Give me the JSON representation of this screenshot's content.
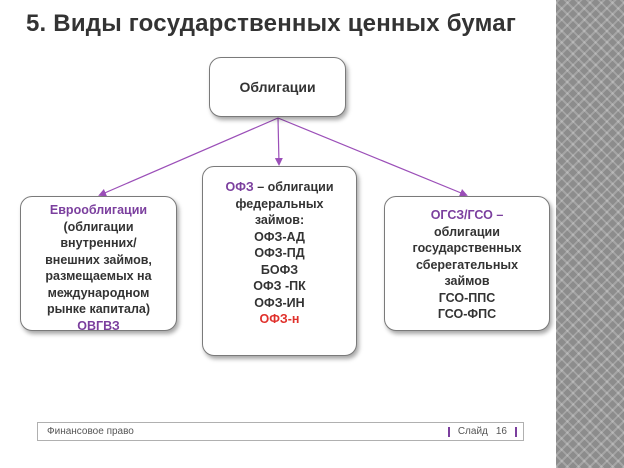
{
  "title": "5. Виды государственных ценных бумаг",
  "top_box": {
    "label": "Облигации"
  },
  "left_box": {
    "heading": "Еврооблигации",
    "lines": [
      "(облигации",
      "внутренних/",
      "внешних займов,",
      "размещаемых на",
      "международном",
      "рынке капитала)"
    ],
    "footer": "ОВГВЗ"
  },
  "middle_box": {
    "heading": "ОФЗ",
    "heading_rest": " – облигации",
    "lines": [
      "федеральных",
      "займов:",
      "ОФЗ-АД",
      "ОФЗ-ПД",
      "БОФЗ",
      "ОФЗ -ПК",
      "ОФЗ-ИН"
    ],
    "highlight": "ОФЗ-н"
  },
  "right_box": {
    "heading": "ОГСЗ/ГСО –",
    "lines": [
      "облигации",
      "государственных",
      "сберегательных",
      "займов",
      "ГСО-ППС",
      "ГСО-ФПС"
    ]
  },
  "footer": {
    "left_text": "Финансовое право",
    "slide_label": "Слайд",
    "slide_number": "16"
  },
  "colors": {
    "accent": "#7b3f9e",
    "highlight": "#e0302b",
    "arrow": "#9b4fb8"
  }
}
